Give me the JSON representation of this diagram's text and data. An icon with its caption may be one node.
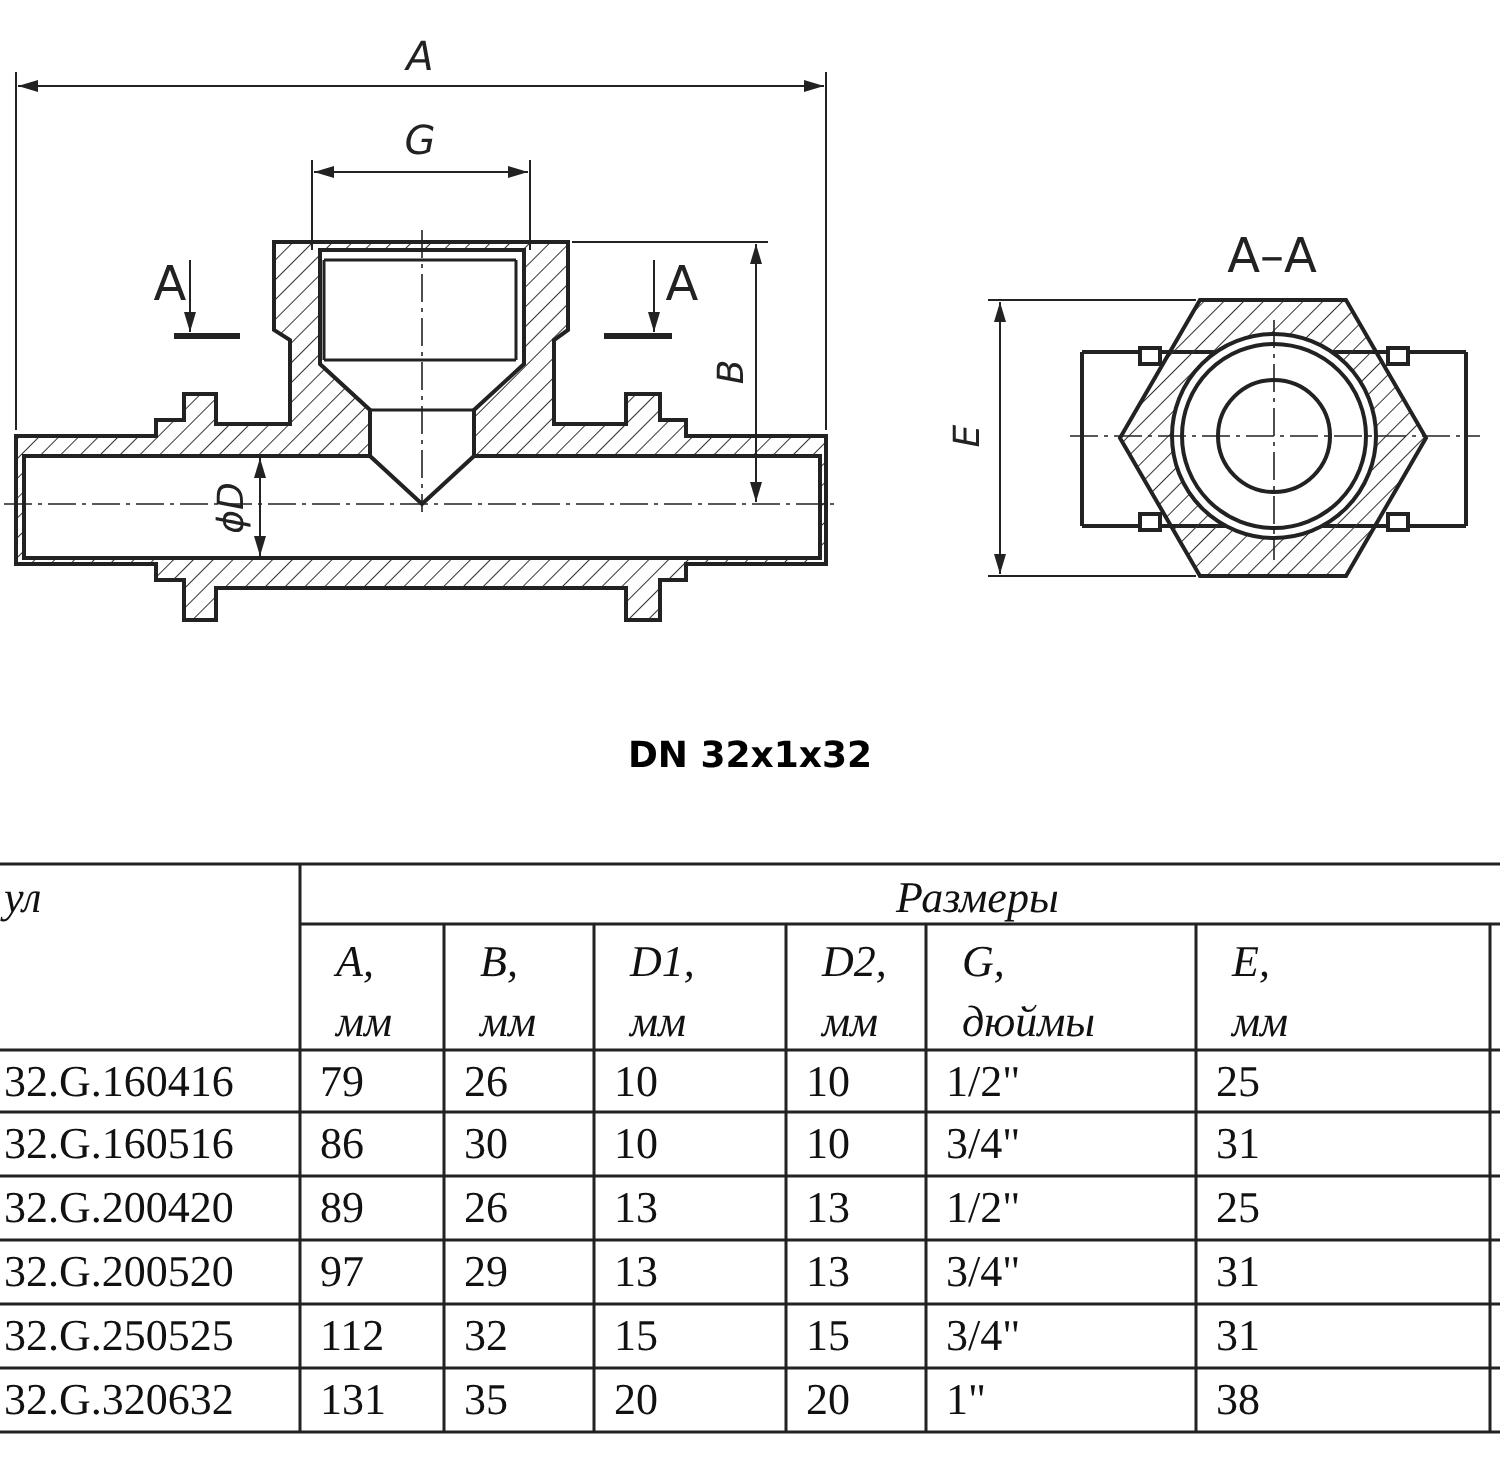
{
  "diagram": {
    "title": "DN 32x1x32",
    "labels": [
      "A",
      "G",
      "A–A",
      "A",
      "A",
      "B",
      "E",
      "ϕD",
      "ул",
      "Размеры",
      "A, мм",
      "B, мм",
      "D1, мм",
      "D2, мм",
      "G, дюймы",
      "E, мм",
      "32.G.160416",
      "79",
      "26",
      "10",
      "10",
      "1/2\"",
      "25",
      "32.G.160516",
      "86",
      "30",
      "10",
      "10",
      "3/4\"",
      "31",
      "32.G.200420",
      "89",
      "26",
      "13",
      "13",
      "1/2\"",
      "25",
      "32.G.200520",
      "97",
      "29",
      "13",
      "13",
      "3/4\"",
      "31",
      "32.G.250525",
      "112",
      "32",
      "15",
      "15",
      "3/4\"",
      "31",
      "32.G.320632",
      "131",
      "35",
      "20",
      "20",
      "1\"",
      "38"
    ]
  }
}
